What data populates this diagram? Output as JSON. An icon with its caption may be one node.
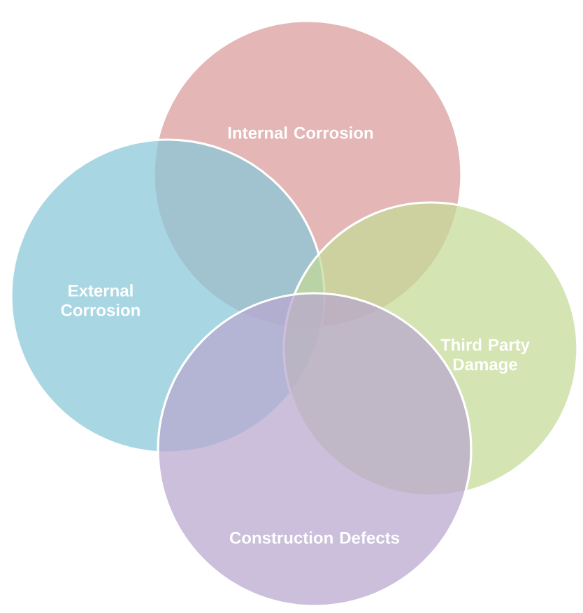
{
  "diagram": {
    "nodes": [
      {
        "text": [
          "Internal Corrosion"
        ]
      },
      {
        "text": [
          "External Corrosion"
        ]
      },
      {
        "text": [
          "Third Party Damage"
        ]
      },
      {
        "text": [
          "Construction Defects"
        ]
      }
    ]
  }
}
